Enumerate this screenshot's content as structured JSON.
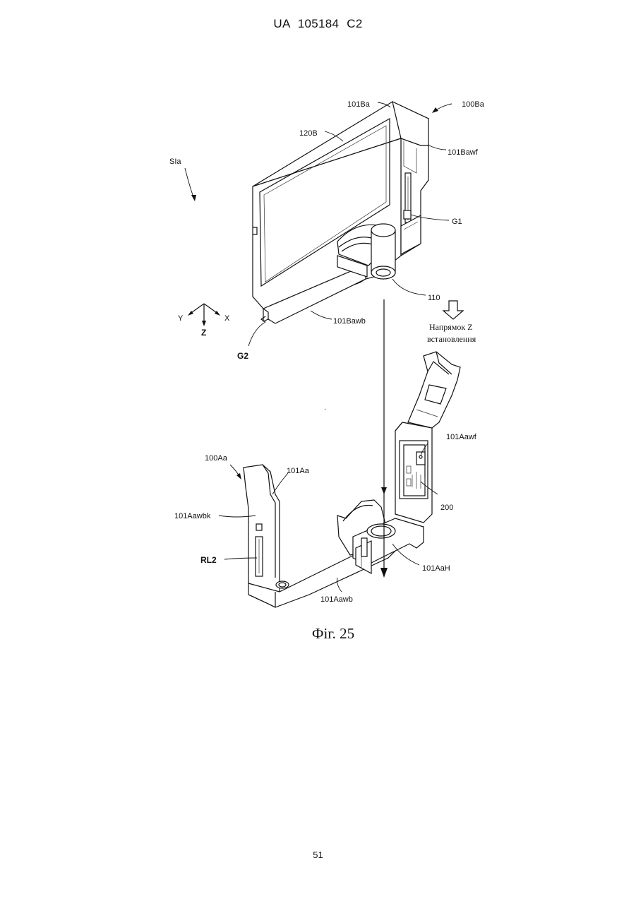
{
  "header": {
    "text": "UA   105184   C2"
  },
  "page_number": "51",
  "figure": {
    "caption": "Фіг. 25",
    "labels": {
      "sia": "SIa",
      "l_101Ba": "101Ba",
      "l_100Ba": "100Ba",
      "l_120B": "120B",
      "l_101Bawf": "101Bawf",
      "l_G1": "G1",
      "l_110": "110",
      "l_101Bawb": "101Bawb",
      "l_G2": "G2",
      "axis_y": "Y",
      "axis_x": "X",
      "axis_z": "Z",
      "direction_line1": "Напрямок Z",
      "direction_line2": "встановлення",
      "l_101Aawf": "101Aawf",
      "l_100Aa": "100Aa",
      "l_101Aa": "101Aa",
      "l_200": "200",
      "l_101Aawbk": "101Aawbk",
      "l_RL2": "RL2",
      "l_101AaH": "101AaH",
      "l_101Aawb": "101Aawb"
    }
  }
}
